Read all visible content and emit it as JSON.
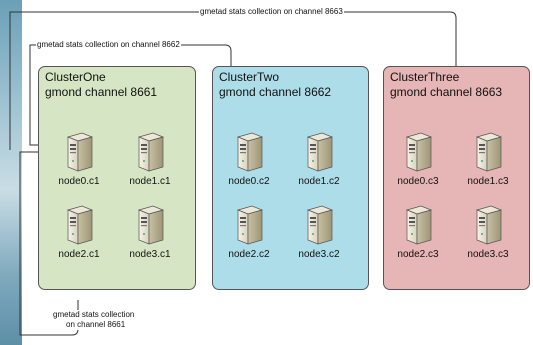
{
  "connections": {
    "top": "gmetad stats collection on channel 8663",
    "middle": "gmetad stats collection on channel 8662",
    "bottom_line1": "gmetad stats collection",
    "bottom_line2": "on channel 8661"
  },
  "clusters": [
    {
      "name": "ClusterOne",
      "channel": "gmond channel 8661",
      "color": "#d6e6c4",
      "nodes": [
        "node0.c1",
        "node1.c1",
        "node2.c1",
        "node3.c1"
      ]
    },
    {
      "name": "ClusterTwo",
      "channel": "gmond channel 8662",
      "color": "#addde8",
      "nodes": [
        "node0.c2",
        "node1.c2",
        "node2.c2",
        "node3.c2"
      ]
    },
    {
      "name": "ClusterThree",
      "channel": "gmond channel 8663",
      "color": "#e6b5b5",
      "nodes": [
        "node0.c3",
        "node1.c3",
        "node2.c3",
        "node3.c3"
      ]
    }
  ],
  "icon": "server-tower-icon"
}
